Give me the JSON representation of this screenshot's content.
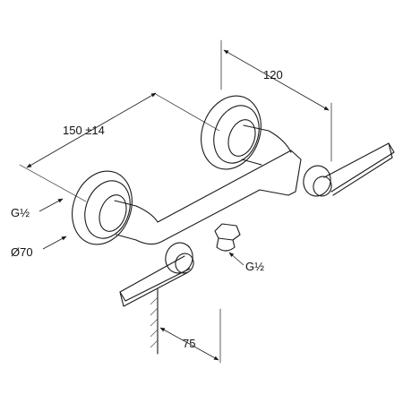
{
  "dimensions": {
    "width_top": "120",
    "length_diag": "150 ±14",
    "depth_bottom": "75"
  },
  "callouts": {
    "inlet_thread": "G½",
    "rosette_dia": "Ø70",
    "outlet_thread": "G½"
  },
  "colors": {
    "line": "#1a1a1a",
    "background": "#ffffff"
  }
}
